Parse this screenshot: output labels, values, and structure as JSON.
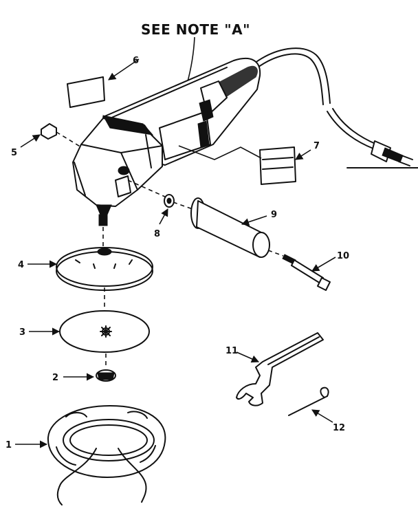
{
  "note": {
    "text": "SEE NOTE \"A\""
  },
  "callouts": {
    "c1": "1",
    "c2": "2",
    "c3": "3",
    "c4": "4",
    "c5": "5",
    "c6": "6",
    "c7": "7",
    "c8": "8",
    "c9": "9",
    "c10": "10",
    "c11": "11",
    "c12": "12"
  }
}
